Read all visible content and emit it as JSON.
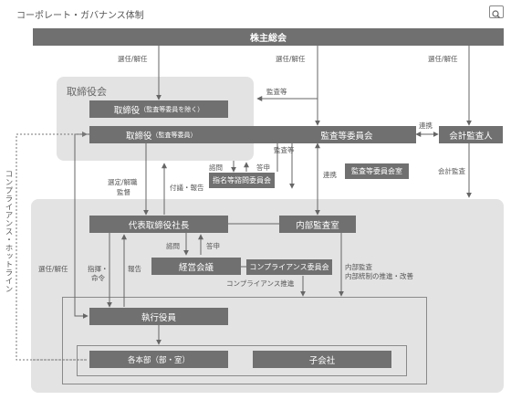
{
  "header": {
    "title": "コーポレート・ガバナンス体制",
    "zoom_icon": "magnifier-icon"
  },
  "nodes": {
    "shareholders": "株主総会",
    "board_group": "取締役会",
    "directors_excl": "取締役",
    "directors_excl_note": "（監査等委員を除く）",
    "directors_audit": "取締役",
    "directors_audit_note": "（監査等委員）",
    "audit_committee": "監査等委員会",
    "accounting_auditor": "会計監査人",
    "nomination_committee": "指名等諮問委員会",
    "audit_office": "監査等委員会室",
    "president": "代表取締役社長",
    "internal_audit": "内部監査室",
    "management_meeting": "経営会議",
    "compliance_committee": "コンプライアンス委員会",
    "officers": "執行役員",
    "divisions": "各本部（部・室）",
    "subsidiaries": "子会社"
  },
  "labels": {
    "elect_left": "選任/解任",
    "elect_mid": "選任/解任",
    "elect_right": "選任/解任",
    "audit_up": "監査等",
    "audit_down": "監査等",
    "cooperation_1": "連携",
    "cooperation_2": "連携",
    "accounting_audit": "会計監査",
    "consult": "諮問",
    "report_answer": "答申",
    "appoint": "選定/解職",
    "supervise": "監督",
    "refer_report": "付議・報告",
    "consult_2": "諮問",
    "report_answer_2": "答申",
    "elect_officers": "選任/解任",
    "instruct": "指揮・",
    "command": "命令",
    "report": "報告",
    "compliance_promotion": "コンプライアンス推進",
    "internal_audit_note_1": "内部監査",
    "internal_audit_note_2": "内部統制の推進・改善",
    "hotline": "コンプライアンス・ホットライン"
  },
  "colors": {
    "box": "#707070",
    "region": "#e3e3e3",
    "line": "#666666"
  }
}
